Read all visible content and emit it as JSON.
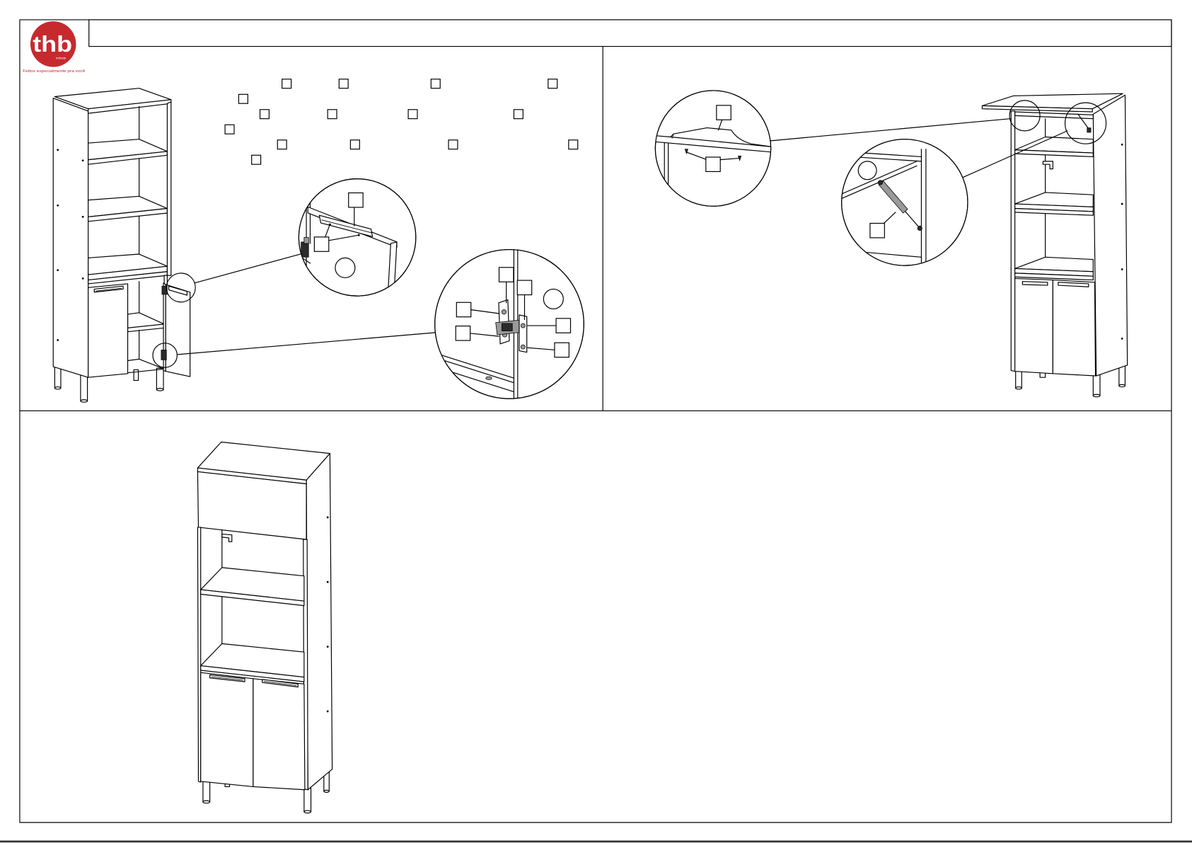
{
  "brand": {
    "name": "thb",
    "subtitle": "móveis",
    "tagline": "Feitos especialmente pra você",
    "color": "#c62a2f"
  },
  "colors": {
    "line": "#000000",
    "paper": "#ffffff"
  },
  "icons": {
    "logo": "thb-logo-icon"
  }
}
